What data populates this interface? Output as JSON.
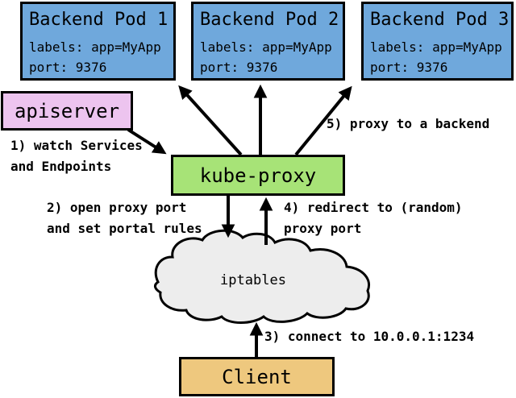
{
  "pods": [
    {
      "title": "Backend Pod 1",
      "labels": "labels: app=MyApp",
      "port": "port: 9376"
    },
    {
      "title": "Backend Pod 2",
      "labels": "labels: app=MyApp",
      "port": "port: 9376"
    },
    {
      "title": "Backend Pod 3",
      "labels": "labels: app=MyApp",
      "port": "port: 9376"
    }
  ],
  "nodes": {
    "apiserver": "apiserver",
    "kube_proxy": "kube-proxy",
    "iptables": "iptables",
    "client": "Client"
  },
  "steps": {
    "s1": {
      "line1": "1) watch Services",
      "line2": "and Endpoints"
    },
    "s2": {
      "line1": "2) open proxy port",
      "line2": "and set portal rules"
    },
    "s3": {
      "line1": "3) connect to 10.0.0.1:1234"
    },
    "s4": {
      "line1": "4) redirect to (random)",
      "line2": "proxy port"
    },
    "s5": {
      "line1": "5) proxy to a backend"
    }
  },
  "colors": {
    "pod_fill": "#6fa8dc",
    "apiserver_fill": "#edc4ef",
    "kube_proxy_fill": "#a7e377",
    "client_fill": "#eec87e",
    "cloud_fill": "#ededed",
    "border": "#000000",
    "arrow": "#000000",
    "text": "#000000",
    "background": "#ffffff"
  }
}
